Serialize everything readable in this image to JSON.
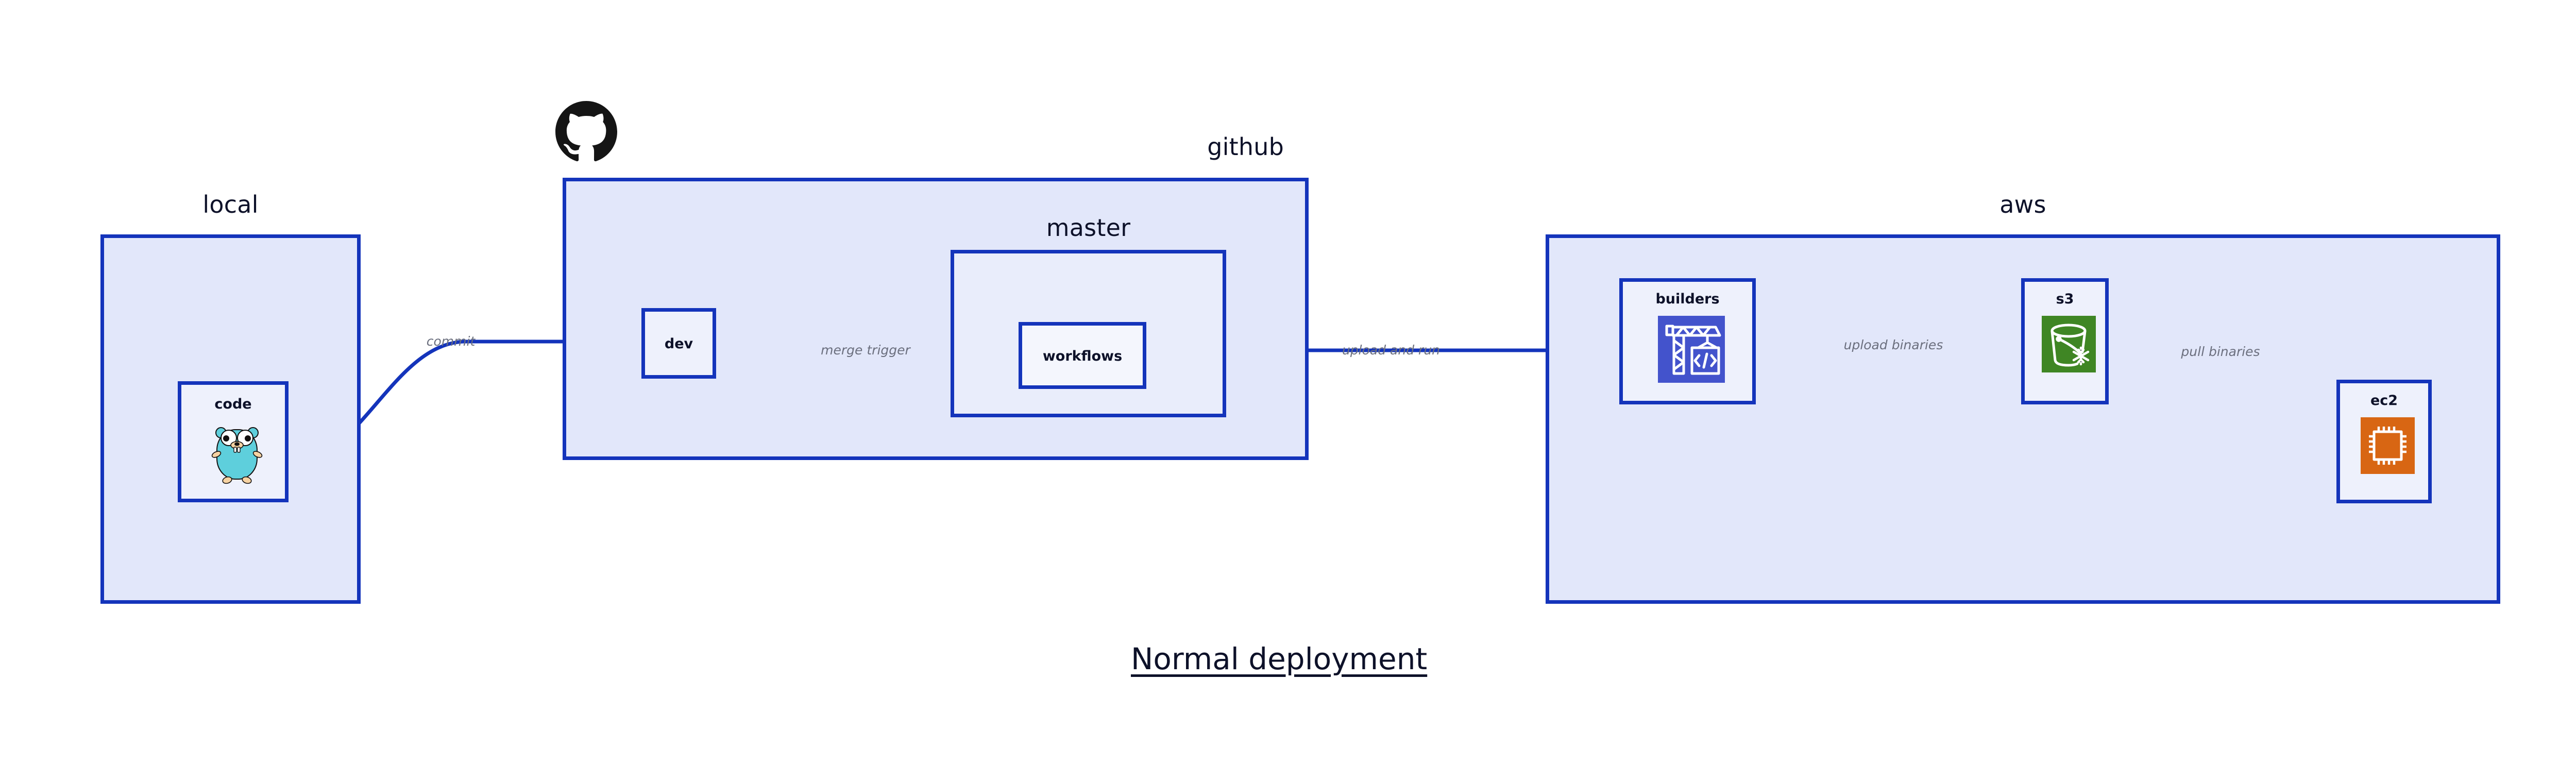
{
  "diagram": {
    "title": "Normal deployment",
    "accent_border": "#1434bb",
    "group_fill": "#e2e7fa",
    "subgroup_fill": "#e9edfb",
    "node_fill": "#eef1fc",
    "label_color": "#0d1129",
    "edge_label_color": "#6b6f7e"
  },
  "groups": [
    {
      "id": "local",
      "label": "local"
    },
    {
      "id": "github",
      "label": "github"
    },
    {
      "id": "aws",
      "label": "aws"
    }
  ],
  "subgroups": [
    {
      "id": "master",
      "label": "master",
      "parent": "github"
    }
  ],
  "nodes": [
    {
      "id": "code",
      "label": "code",
      "group": "local",
      "icon": "go-gopher-icon",
      "icon_color": "#5ecfdc"
    },
    {
      "id": "dev",
      "label": "dev",
      "group": "github",
      "icon": null,
      "icon_color": null
    },
    {
      "id": "workflows",
      "label": "workflows",
      "group": "master",
      "icon": null,
      "icon_color": null
    },
    {
      "id": "builders",
      "label": "builders",
      "group": "aws",
      "icon": "aws-codebuild-icon",
      "icon_color": "#4353cc"
    },
    {
      "id": "s3",
      "label": "s3",
      "group": "aws",
      "icon": "aws-s3-glacier-icon",
      "icon_color": "#3f8624"
    },
    {
      "id": "ec2",
      "label": "ec2",
      "group": "aws",
      "icon": "aws-ec2-chip-icon",
      "icon_color": "#d86613"
    }
  ],
  "edges": [
    {
      "id": "commit",
      "label": "commit",
      "from": "code",
      "to": "dev"
    },
    {
      "id": "merge-trigger",
      "label": "merge trigger",
      "from": "dev",
      "to": "workflows"
    },
    {
      "id": "upload-and-run",
      "label": "upload and run",
      "from": "workflows",
      "to": "builders"
    },
    {
      "id": "upload-binaries",
      "label": "upload binaries",
      "from": "builders",
      "to": "s3"
    },
    {
      "id": "pull-binaries",
      "label": "pull binaries",
      "from": "s3",
      "to": "ec2"
    }
  ],
  "logos": [
    {
      "id": "github-logo",
      "name": "github-octocat-logo",
      "color": "#151515"
    }
  ]
}
